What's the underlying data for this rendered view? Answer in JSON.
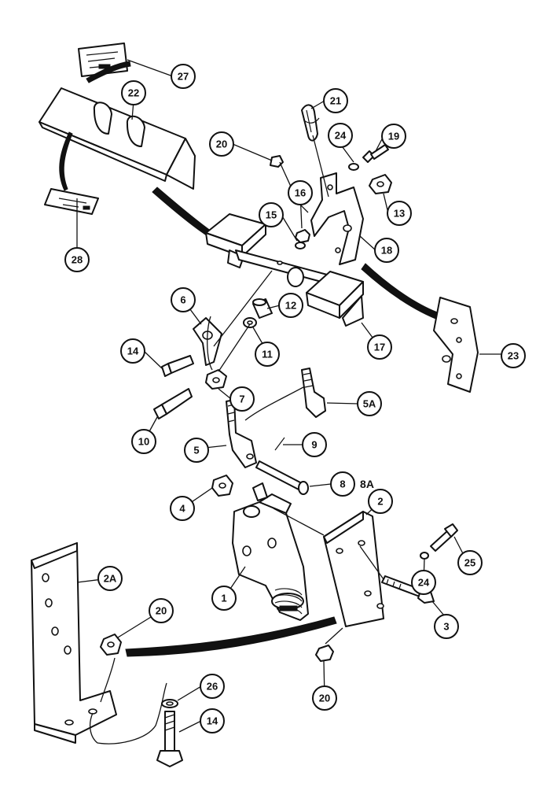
{
  "callouts": {
    "c1": "1",
    "c2": "2",
    "c2a": "2A",
    "c3": "3",
    "c4": "4",
    "c5": "5",
    "c5a": "5A",
    "c6": "6",
    "c7": "7",
    "c8": "8",
    "c9": "9",
    "c10": "10",
    "c11": "11",
    "c12": "12",
    "c13": "13",
    "c14a": "14",
    "c14b": "14",
    "c15": "15",
    "c16": "16",
    "c17": "17",
    "c18": "18",
    "c19": "19",
    "c20a": "20",
    "c20b": "20",
    "c20c": "20",
    "c21": "21",
    "c22": "22",
    "c23": "23",
    "c24a": "24",
    "c24b": "24",
    "c25": "25",
    "c26": "26",
    "c27": "27",
    "c28": "28"
  },
  "free_labels": {
    "l8a": "8A"
  }
}
